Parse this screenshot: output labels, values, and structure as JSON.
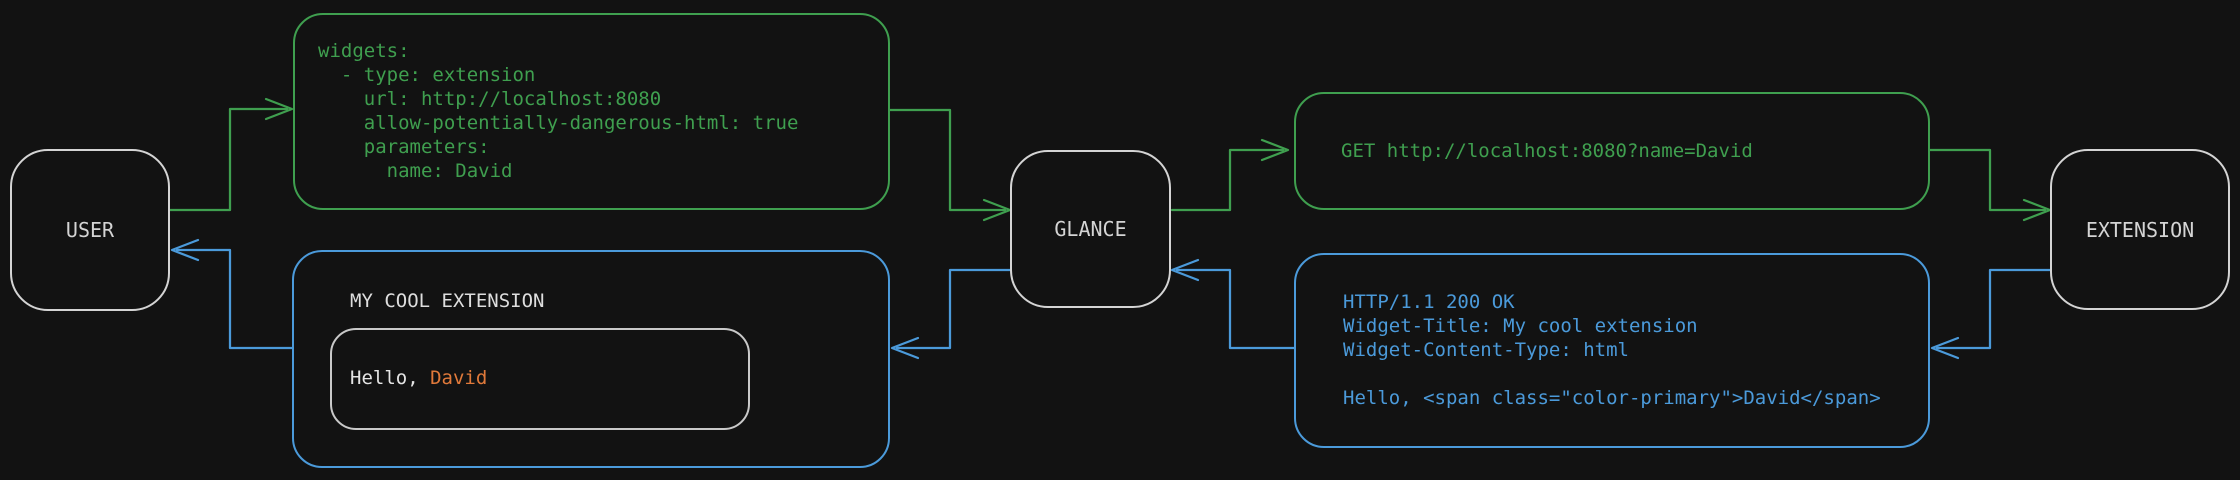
{
  "diagram": {
    "nodes": {
      "user": {
        "label": "USER"
      },
      "glance": {
        "label": "GLANCE"
      },
      "extension": {
        "label": "EXTENSION"
      }
    },
    "messages": {
      "config_yaml": "widgets:\n  - type: extension\n    url: http://localhost:8080\n    allow-potentially-dangerous-html: true\n    parameters:\n      name: David",
      "http_request": "GET http://localhost:8080?name=David",
      "http_response": "HTTP/1.1 200 OK\nWidget-Title: My cool extension\nWidget-Content-Type: html\n\nHello, <span class=\"color-primary\">David</span>",
      "widget_preview": {
        "title": "MY COOL EXTENSION",
        "greeting_prefix": "Hello, ",
        "greeting_name": "David"
      }
    },
    "colors": {
      "request_green": "#3f9f4f",
      "response_blue": "#4b9ada",
      "accent_orange": "#e0793a",
      "neutral_light": "#d4d4d4",
      "background": "#121212"
    }
  }
}
